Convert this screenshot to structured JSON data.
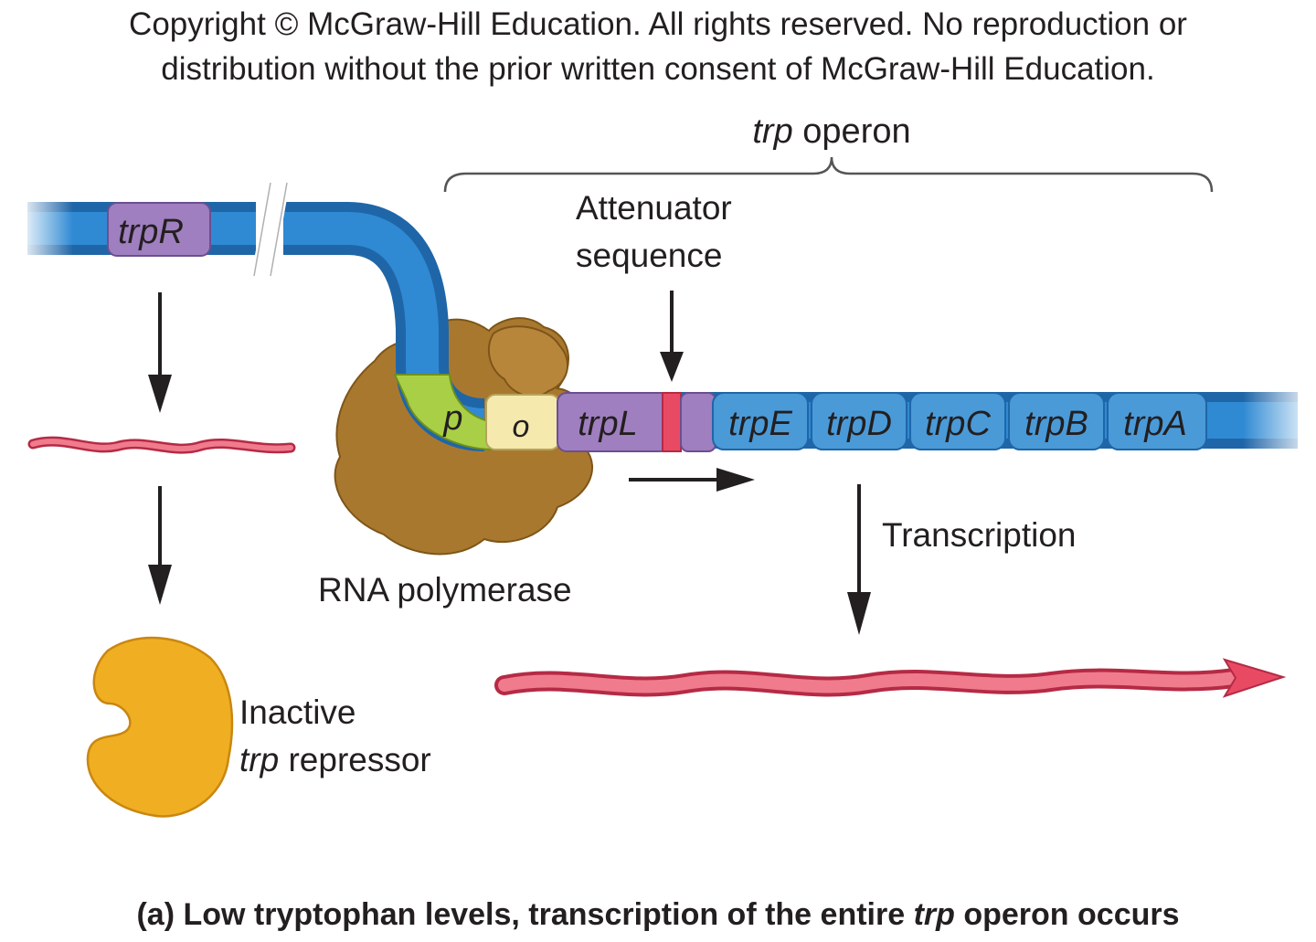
{
  "copyright": {
    "line1": "Copyright © McGraw-Hill Education.  All rights reserved. No reproduction or",
    "line2": "distribution without the prior written consent of McGraw-Hill Education."
  },
  "operon": {
    "label_italic": "trp",
    "label_rest": " operon"
  },
  "genes": {
    "trpR": "trpR",
    "p": "p",
    "o": "o",
    "trpL": "trpL",
    "trpE": "trpE",
    "trpD": "trpD",
    "trpC": "trpC",
    "trpB": "trpB",
    "trpA": "trpA"
  },
  "labels": {
    "attenuator_line1": "Attenuator",
    "attenuator_line2": "sequence",
    "rna_polymerase": "RNA polymerase",
    "transcription": "Transcription",
    "inactive_line1": "Inactive",
    "inactive_line2_italic": "trp",
    "inactive_line2_rest": " repressor"
  },
  "caption": {
    "part1": "(a) Low tryptophan levels, transcription of the entire ",
    "italic": "trp",
    "part2": " operon occurs"
  },
  "colors": {
    "dna": "#2b7cc3",
    "mrna": "#e94a63",
    "repressor": "#f0ae22",
    "polymerase": "#a9782f",
    "promoter": "#a9cf46",
    "operator": "#f6e9ae",
    "leader": "#9f7fbf",
    "attenuator": "#e94a63"
  }
}
